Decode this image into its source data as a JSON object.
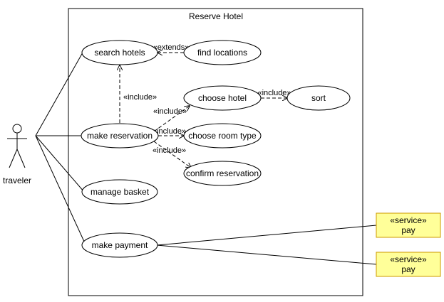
{
  "system": {
    "title": "Reserve Hotel"
  },
  "actor": {
    "name": "traveler"
  },
  "use_cases": {
    "search_hotels": "search hotels",
    "find_locations": "find locations",
    "choose_hotel": "choose hotel",
    "sort": "sort",
    "make_reservation": "make reservation",
    "choose_room_type": "choose room type",
    "confirm_reservation": "confirm reservation",
    "manage_basket": "manage basket",
    "make_payment": "make payment"
  },
  "relationships": {
    "extends": "«extends»",
    "include": "«include»"
  },
  "external_services": [
    {
      "stereotype": "«service»",
      "name": "pay"
    },
    {
      "stereotype": "«service»",
      "name": "pay"
    }
  ],
  "colors": {
    "line": "#000000",
    "service_fill": "#ffff99",
    "service_border": "#cc9900"
  }
}
